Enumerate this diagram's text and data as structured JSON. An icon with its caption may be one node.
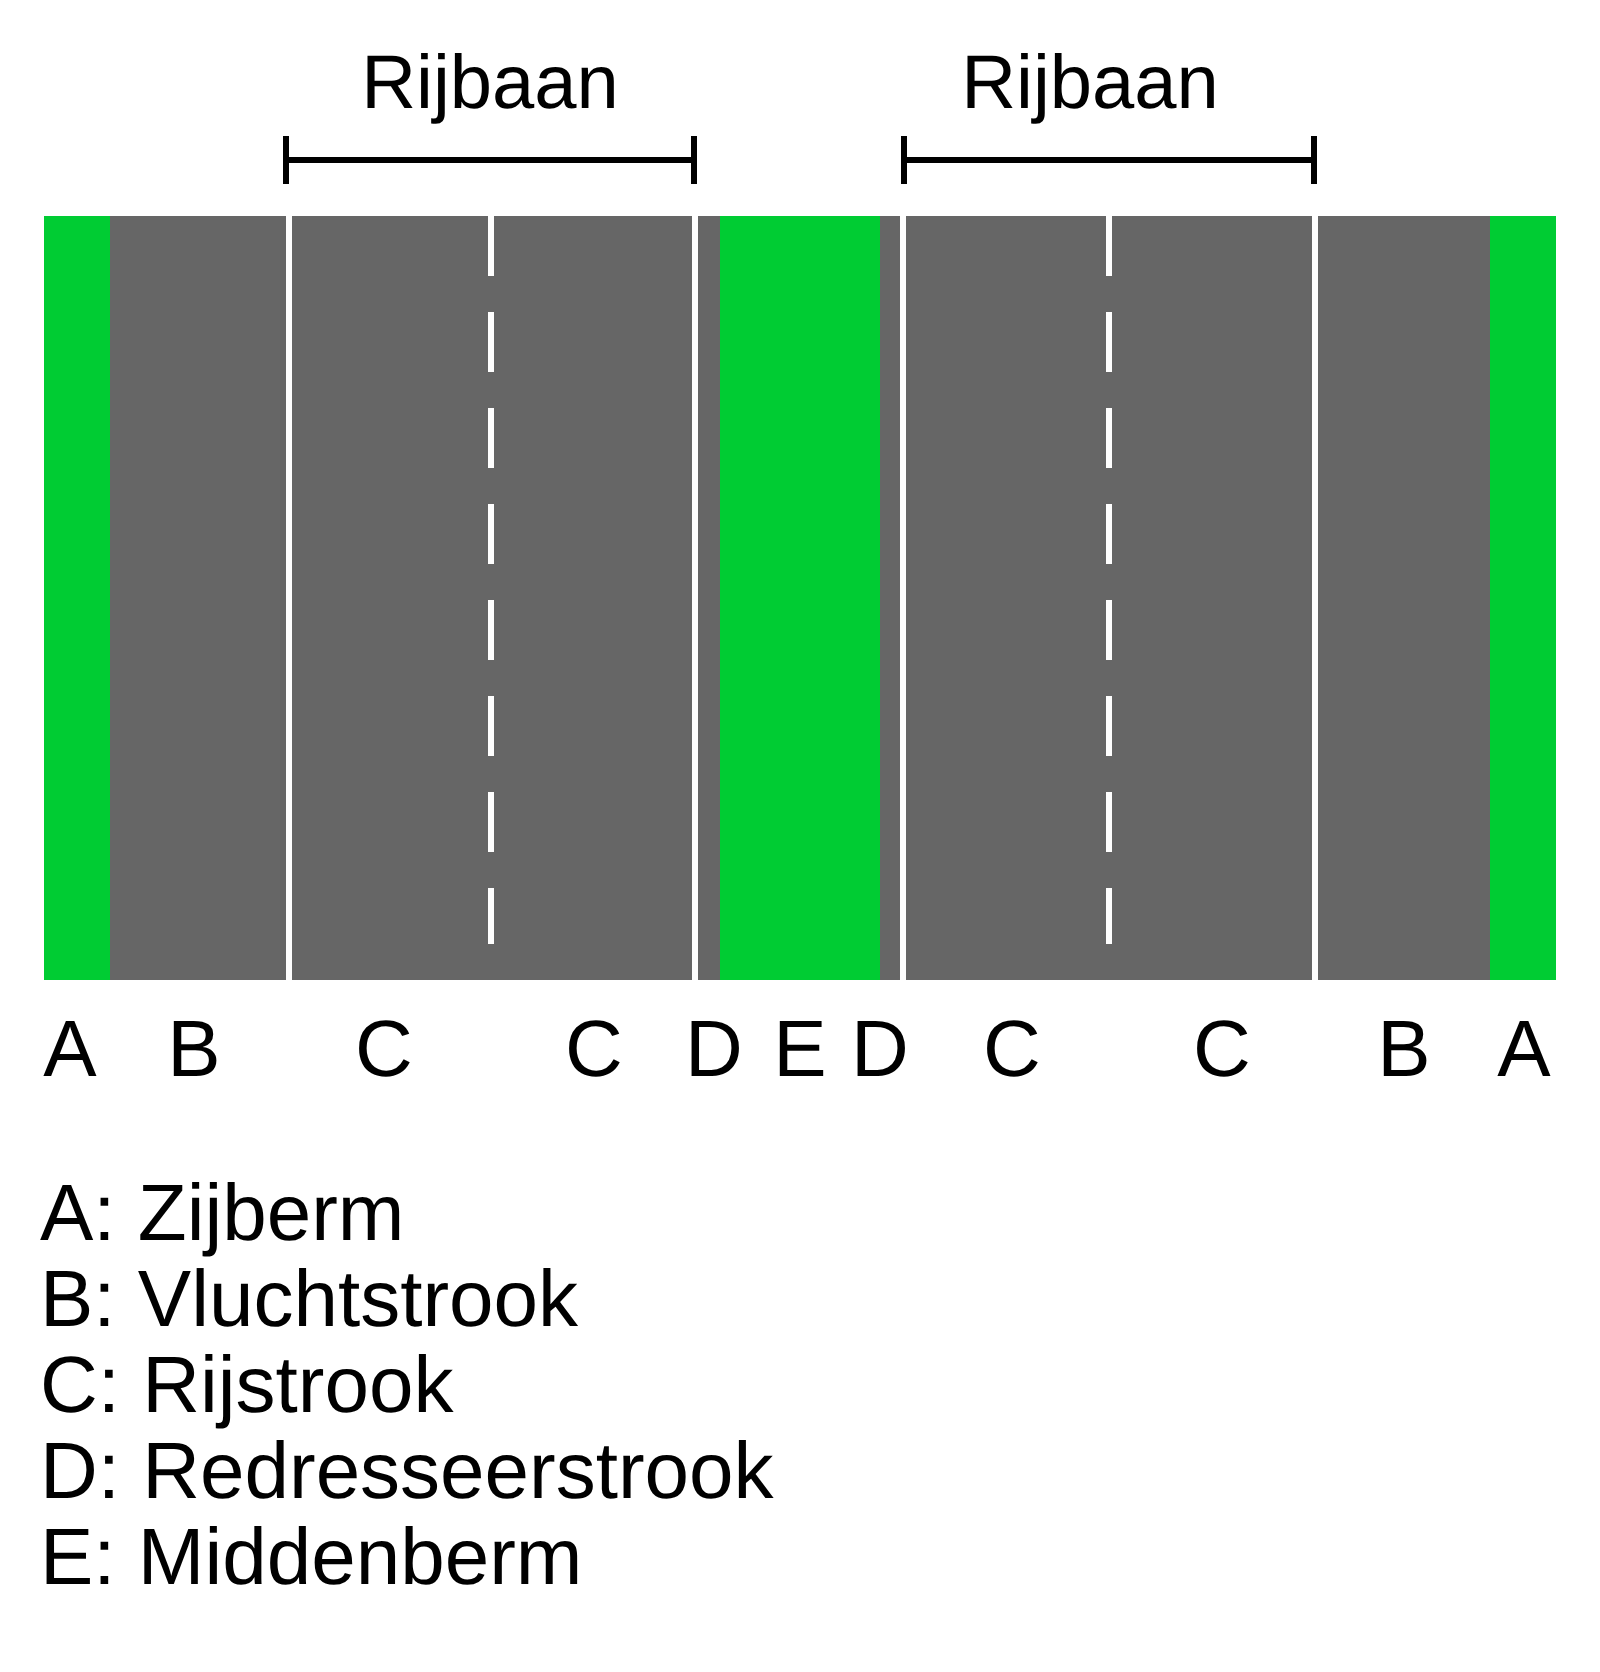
{
  "diagram": {
    "labels": [
      "Rijbaan",
      "Rijbaan",
      "A",
      "B",
      "C",
      "C",
      "D",
      "E",
      "D",
      "C",
      "C",
      "B",
      "A",
      "A: Zijberm",
      "B: Vluchtstrook",
      "C: Rijstrook",
      "D: Redresseerstrook",
      "E: Middenberm"
    ]
  }
}
